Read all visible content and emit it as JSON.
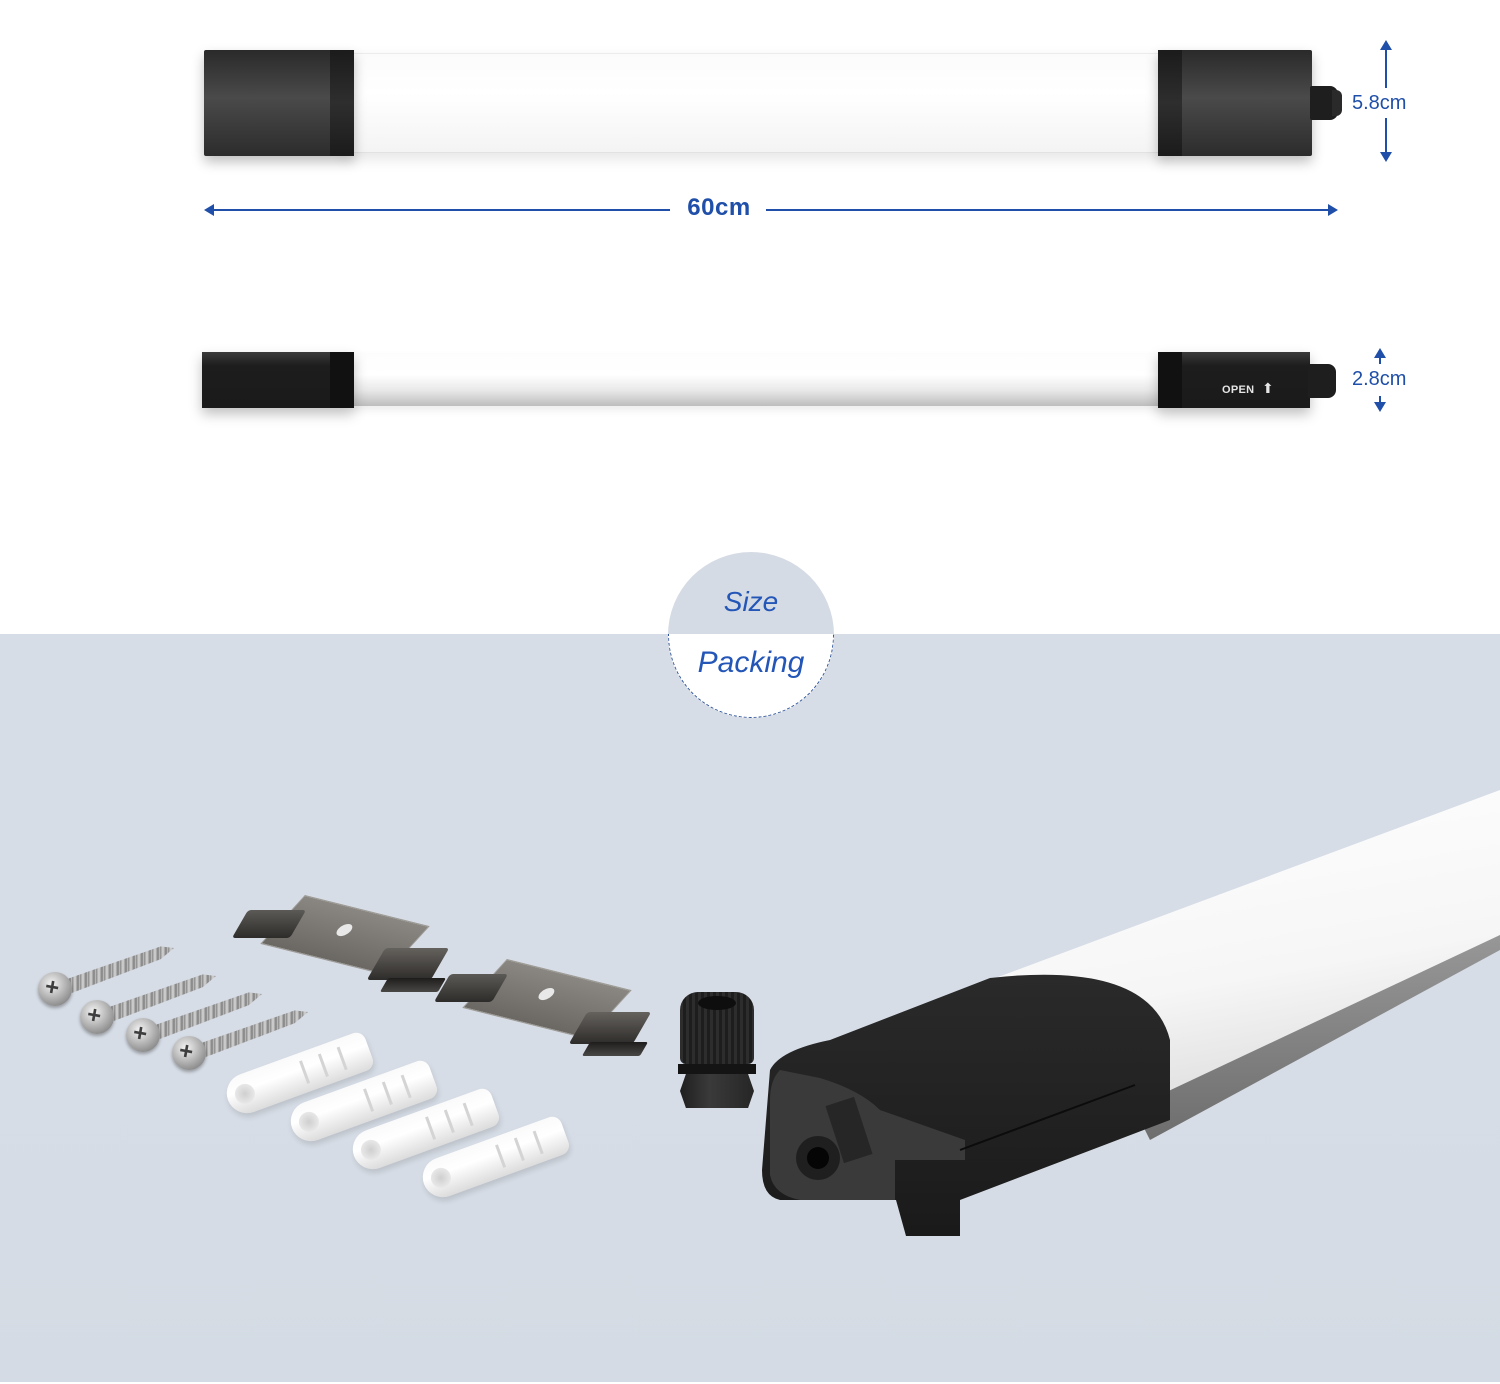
{
  "sections": {
    "size": {
      "label": "Size"
    },
    "packing": {
      "label": "Packing"
    }
  },
  "dimensions": {
    "length": "60cm",
    "width": "5.8cm",
    "height": "2.8cm"
  },
  "product": {
    "endcap_marking": "OPEN",
    "endcap_arrow_icon": "arrow-up-icon"
  },
  "packing_contents": {
    "screws": 4,
    "wall_anchors": 4,
    "mounting_clips": 2,
    "cable_glands": 1,
    "light_fixture": 1
  },
  "colors": {
    "accent_blue": "#1f4fa8",
    "badge_text": "#2456b8",
    "packing_background": "#d6dde7",
    "badge_top": "#d5dbe4",
    "endcap": "#2a2a2a"
  }
}
